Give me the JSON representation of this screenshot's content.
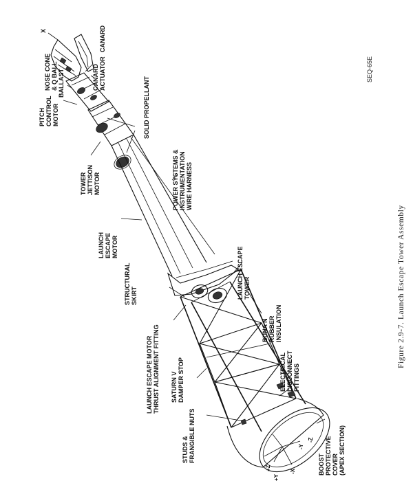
{
  "caption": "Figure 2.9-7.  Launch Escape Tower Assembly",
  "page_id": "SEQ-65E",
  "labels": {
    "x_axis_top": "X",
    "nose_cone": [
      "NOSE CONE",
      "& Q BALL"
    ],
    "canard": "CANARD",
    "canard_actuator": [
      "CANARD",
      "ACTUATOR"
    ],
    "ballast": "BALLAST",
    "pitch_control_motor": [
      "PITCH",
      "CONTROL",
      "MOTOR"
    ],
    "solid_propellant": "SOLID PROPELLANT",
    "tower_jettison_motor": [
      "TOWER",
      "JETTISON",
      "MOTOR"
    ],
    "power_systems": [
      "POWER SYSTEMS &",
      "INSTRUMENTATION",
      "WIRE HARNESS"
    ],
    "launch_escape_motor": [
      "LAUNCH",
      "ESCAPE",
      "MOTOR"
    ],
    "launch_escape_tower": [
      "LAUNCH ESCAPE",
      "TOWER"
    ],
    "structural_skirt": [
      "STRUCTURAL",
      "SKIRT"
    ],
    "buna_n": [
      "BUNA N",
      "RUBBER",
      "INSULATION"
    ],
    "thrust_alignment": [
      "LAUNCH ESCAPE MOTOR",
      "THRUST ALIGNMENT FITTING"
    ],
    "electrical_disconnect": [
      "ELECTRICAL",
      "DISCONNECT",
      "FITTINGS"
    ],
    "saturn_v": [
      "SATURN V",
      "DAMPER STOP"
    ],
    "studs": [
      "STUDS &",
      "FRANGIBLE NUTS"
    ],
    "boost_cover": [
      "BOOST",
      "PROTECTIVE",
      "COVER",
      "(APEX SECTION)"
    ],
    "axis_plus_z": "+Z",
    "axis_plus_y": "+Y",
    "axis_minus_y": "-Y",
    "axis_minus_z": "-Z",
    "axis_minus_x": "-X"
  }
}
